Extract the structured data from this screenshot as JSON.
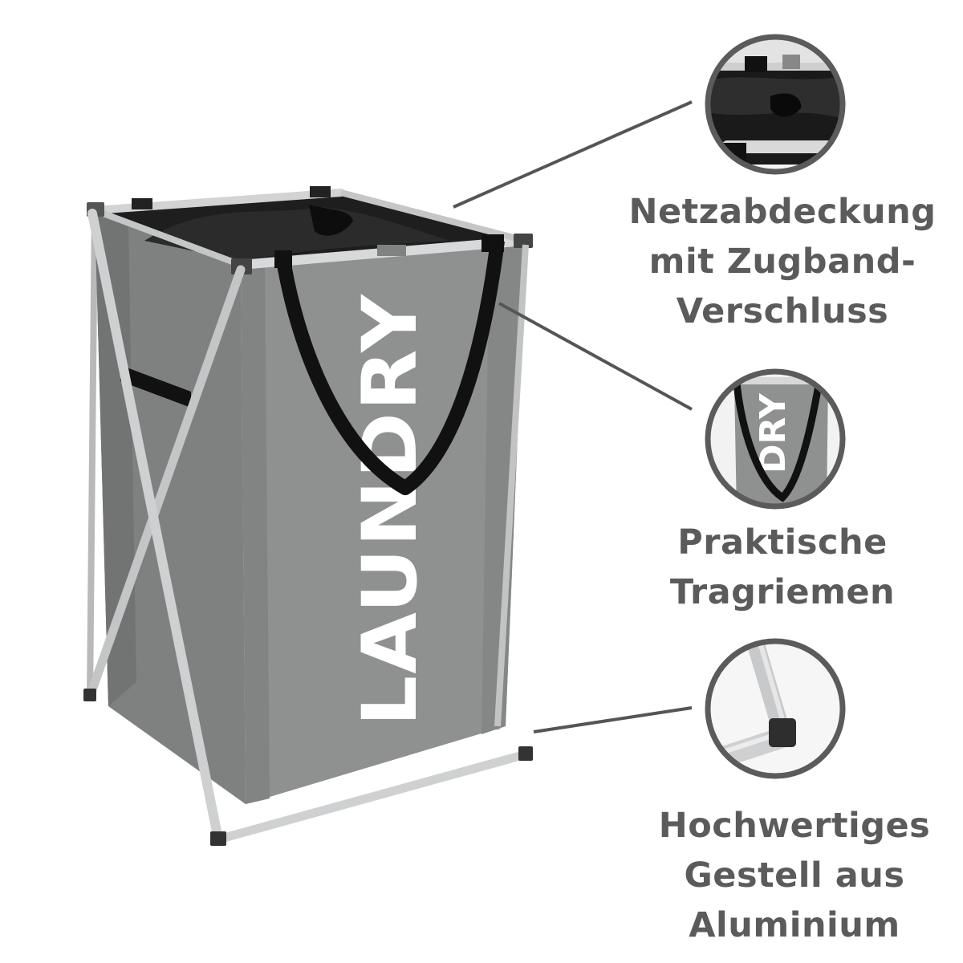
{
  "product": {
    "print_text": "LAUNDRY",
    "colors": {
      "fabric": "#8f9191",
      "fabric_shadow": "#7c7e7e",
      "frame": "#c9cacb",
      "strap": "#111111",
      "mesh": "#1c1c1c",
      "print": "#ffffff"
    }
  },
  "callouts": [
    {
      "icon": "mesh-cover-drawstring-detail-icon",
      "lines": [
        "Netzabdeckung",
        "mit Zugband-",
        "Verschluss"
      ]
    },
    {
      "icon": "carry-strap-detail-icon",
      "lines": [
        "Praktische",
        "Tragriemen"
      ]
    },
    {
      "icon": "aluminium-frame-detail-icon",
      "lines": [
        "Hochwertiges",
        "Gestell aus",
        "Aluminium"
      ]
    }
  ],
  "style": {
    "text_color": "#5b5b5b",
    "ring_color": "#5b5b5b",
    "line_color": "#555555"
  }
}
